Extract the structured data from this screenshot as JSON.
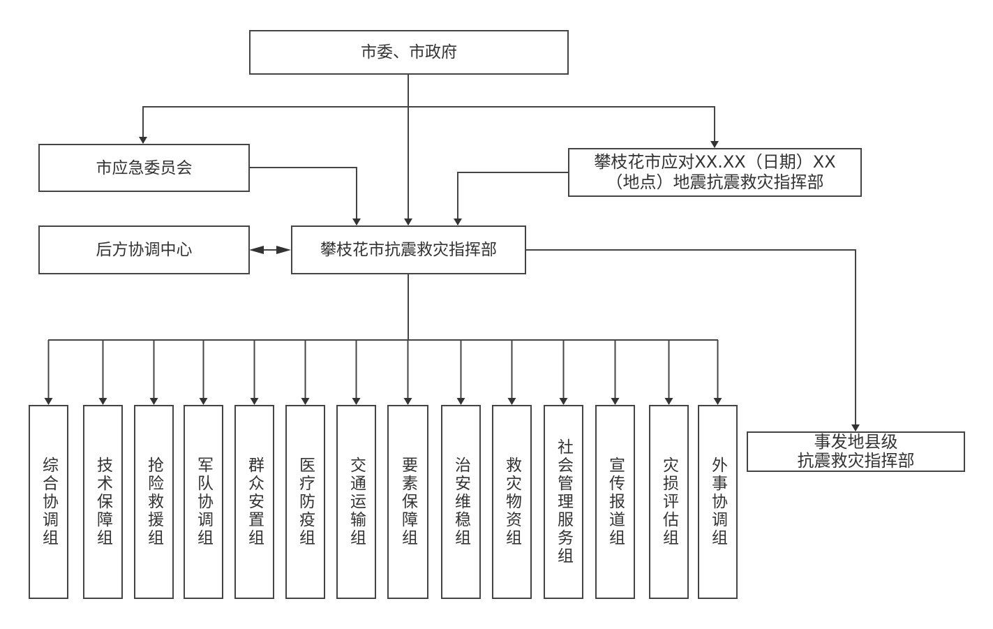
{
  "diagram": {
    "top": "市委、市政府",
    "emergency_committee": "市应急委员会",
    "specific_hq": "攀枝花市应对XX.XX（日期）XX（地点）地震抗震救灾指挥部",
    "specific_hq_line1": "攀枝花市应对XX.XX（日期）XX",
    "specific_hq_line2": "（地点）地震抗震救灾指挥部",
    "rear_center": "后方协调中心",
    "main_hq": "攀枝花市抗震救灾指挥部",
    "county_hq_line1": "事发地县级",
    "county_hq_line2": "抗震救灾指挥部",
    "groups": [
      "综合协调组",
      "技术保障组",
      "抢险救援组",
      "军队协调组",
      "群众安置组",
      "医疗防疫组",
      "交通运输组",
      "要素保障组",
      "治安维稳组",
      "救灾物资组",
      "社会管理服务组",
      "宣传报道组",
      "灾损评估组",
      "外事协调组"
    ]
  },
  "colors": {
    "line": "#444444",
    "text": "#333333"
  }
}
